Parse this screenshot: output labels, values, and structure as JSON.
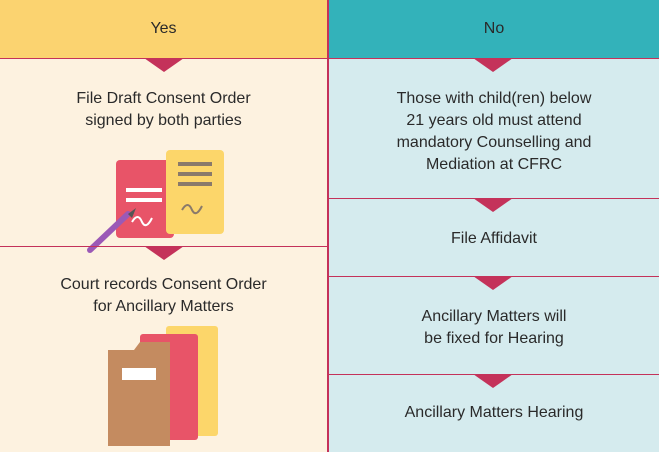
{
  "columns": {
    "yes": {
      "header": "Yes",
      "steps": [
        {
          "text_lines": [
            "File Draft Consent Order",
            "signed by both parties"
          ],
          "icon": "signed-document-icon"
        },
        {
          "text_lines": [
            "Court records Consent Order",
            "for Ancillary Matters"
          ],
          "icon": "folder-icon"
        }
      ]
    },
    "no": {
      "header": "No",
      "steps": [
        {
          "text_lines": [
            "Those with child(ren) below",
            "21 years old must attend",
            "mandatory Counselling and",
            "Mediation at CFRC"
          ]
        },
        {
          "text_lines": [
            "File Affidavit"
          ]
        },
        {
          "text_lines": [
            "Ancillary Matters will",
            "be fixed for Hearing"
          ]
        },
        {
          "text_lines": [
            "Ancillary Matters Hearing"
          ]
        }
      ]
    }
  },
  "colors": {
    "yes_header": "#fbd370",
    "yes_body": "#fdf2e0",
    "no_header": "#33b2ba",
    "no_body": "#d5ebee",
    "arrow": "#c4325a"
  }
}
